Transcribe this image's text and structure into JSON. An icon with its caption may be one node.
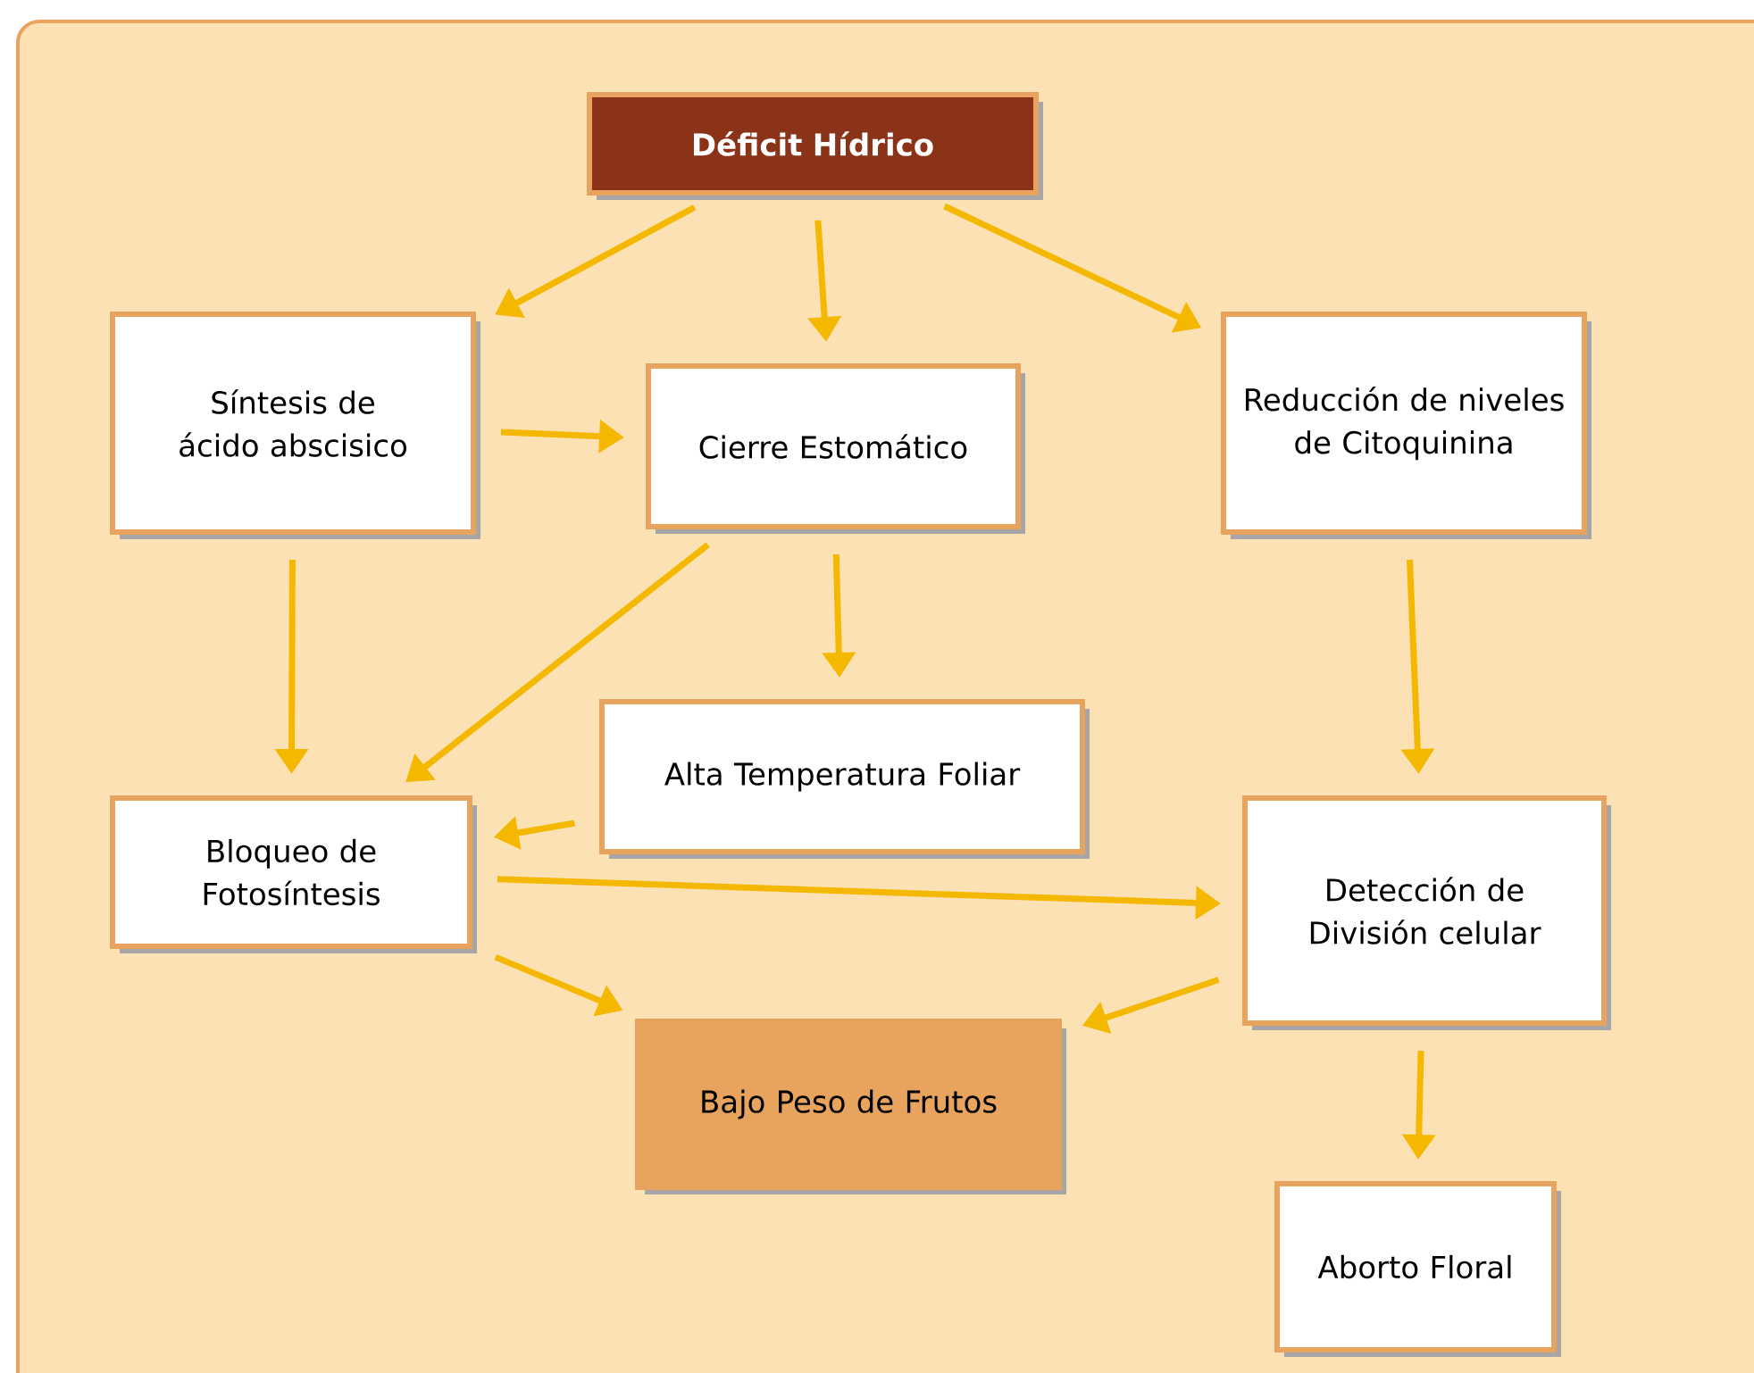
{
  "diagram": {
    "nodes": [
      {
        "text": [
          "Déficit Hídrico"
        ]
      },
      {
        "text": [
          "Síntesis de ácido abscisico"
        ]
      },
      {
        "text": [
          "Cierre Estomático"
        ]
      },
      {
        "text": [
          "Reducción de niveles de Citoquinina"
        ]
      },
      {
        "text": [
          "Alta Temperatura Foliar"
        ]
      },
      {
        "text": [
          "Bloqueo de Fotosíntesis"
        ]
      },
      {
        "text": [
          "Detección de División celular"
        ]
      },
      {
        "text": [
          "Bajo Peso de Frutos"
        ]
      },
      {
        "text": [
          "Aborto Floral"
        ]
      }
    ],
    "edges": [
      {
        "from": 0,
        "to": 1,
        "arrow": "to"
      },
      {
        "from": 0,
        "to": 2,
        "arrow": "to"
      },
      {
        "from": 0,
        "to": 3,
        "arrow": "to"
      },
      {
        "from": 1,
        "to": 2,
        "arrow": "to"
      },
      {
        "from": 1,
        "to": 5,
        "arrow": "to"
      },
      {
        "from": 2,
        "to": 5,
        "arrow": "to"
      },
      {
        "from": 2,
        "to": 4,
        "arrow": "to"
      },
      {
        "from": 4,
        "to": 5,
        "arrow": "to"
      },
      {
        "from": 3,
        "to": 6,
        "arrow": "to"
      },
      {
        "from": 5,
        "to": 6,
        "arrow": "to"
      },
      {
        "from": 5,
        "to": 7,
        "arrow": "to"
      },
      {
        "from": 6,
        "to": 7,
        "arrow": "to"
      },
      {
        "from": 6,
        "to": 8,
        "arrow": "to"
      }
    ]
  }
}
